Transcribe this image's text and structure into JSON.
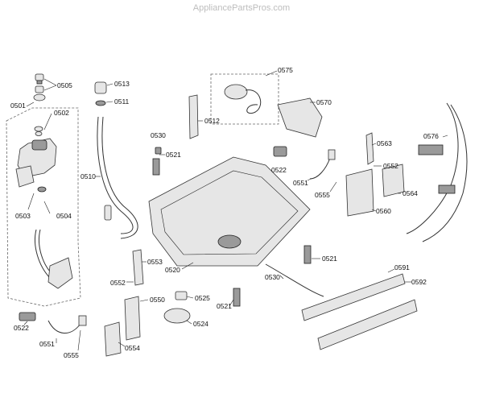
{
  "watermark": "AppliancePartsPros.com",
  "labels": {
    "p0505": "0505",
    "p0501": "0501",
    "p0502": "0502",
    "p0503": "0503",
    "p0504": "0504",
    "p0513": "0513",
    "p0511": "0511",
    "p0510": "0510",
    "p0512": "0512",
    "p0575": "0575",
    "p0570": "0570",
    "p0530a": "0530",
    "p0521a": "0521",
    "p0522a": "0522",
    "p0551a": "0551",
    "p0555a": "0555",
    "p0563": "0563",
    "p0552a": "0552",
    "p0564": "0564",
    "p0560": "0560",
    "p0576": "0576",
    "p0553": "0553",
    "p0552b": "0552",
    "p0520": "0520",
    "p0530b": "0530",
    "p0521b": "0521",
    "p0591": "0591",
    "p0592": "0592",
    "p0550": "0550",
    "p0525": "0525",
    "p0521c": "0521",
    "p0524": "0524",
    "p0554": "0554",
    "p0522b": "0522",
    "p0551b": "0551",
    "p0555b": "0555"
  },
  "colors": {
    "line": "#222222",
    "part_fill": "#e6e6e6",
    "part_dark": "#9a9a9a",
    "watermark": "#bdbdbd"
  }
}
